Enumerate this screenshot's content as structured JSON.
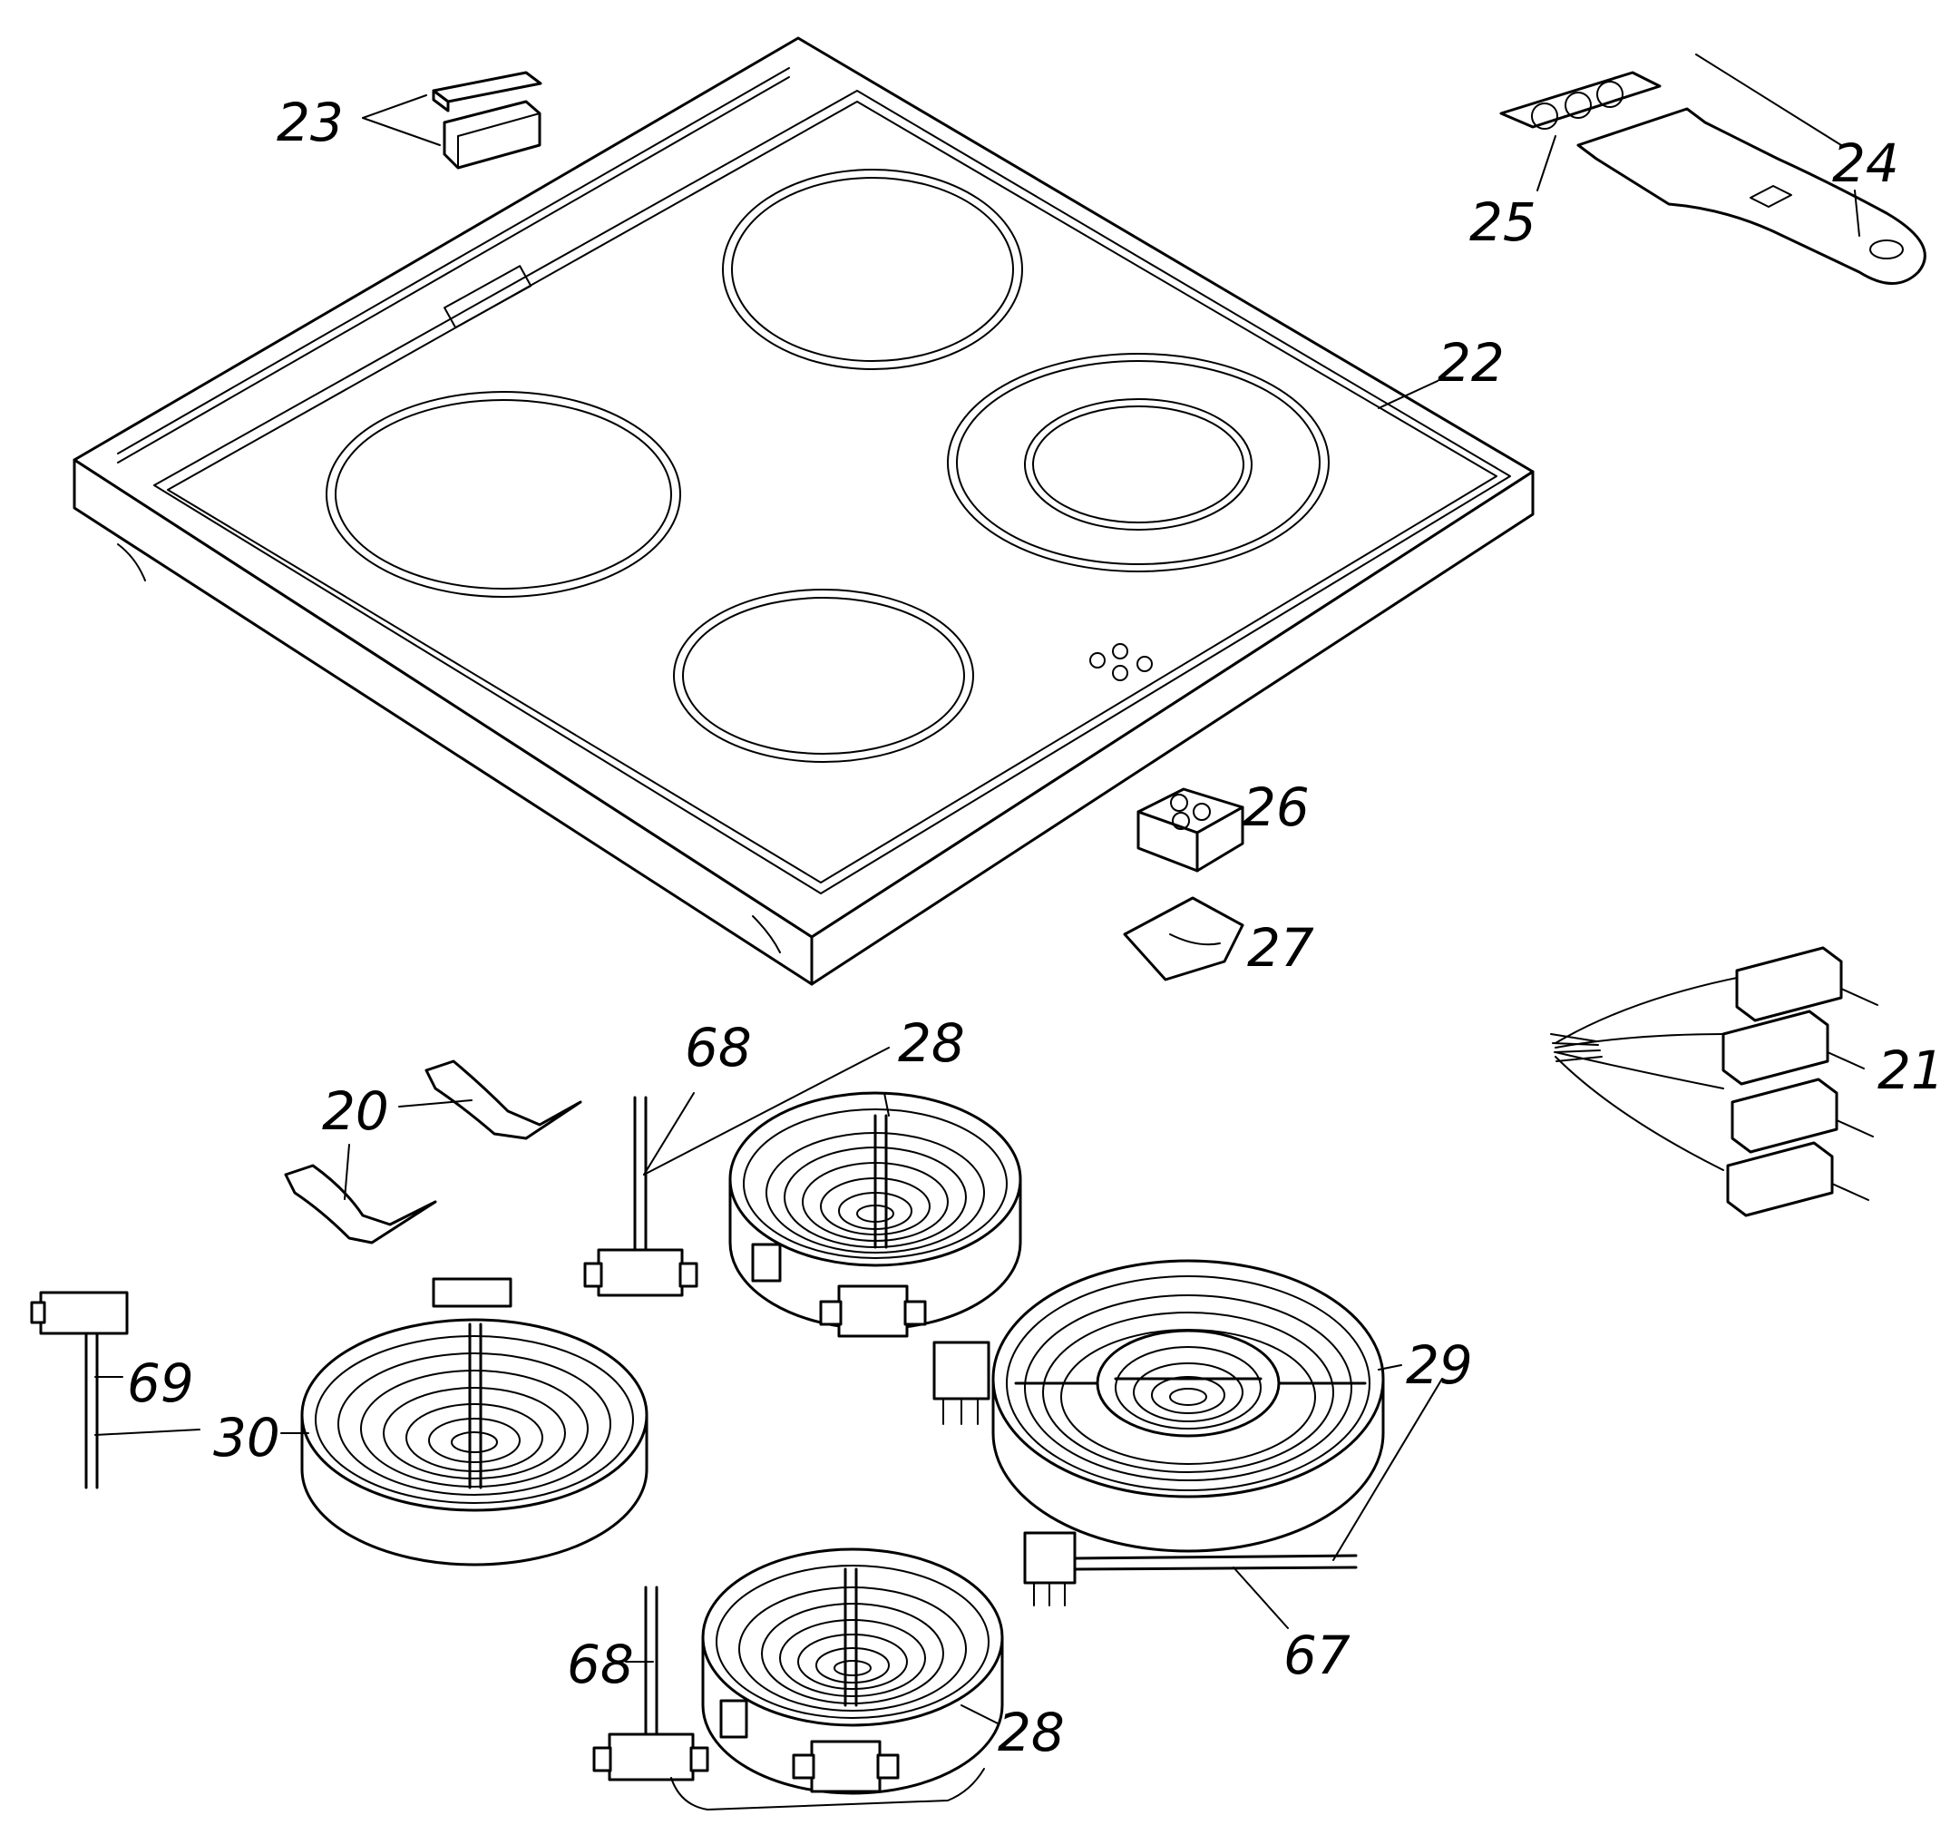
{
  "labels": {
    "l20": "20",
    "l21": "21",
    "l22": "22",
    "l23": "23",
    "l24": "24",
    "l25": "25",
    "l26": "26",
    "l27": "27",
    "l28a": "28",
    "l28b": "28",
    "l29": "29",
    "l30": "30",
    "l67": "67",
    "l68a": "68",
    "l68b": "68",
    "l69": "69"
  }
}
